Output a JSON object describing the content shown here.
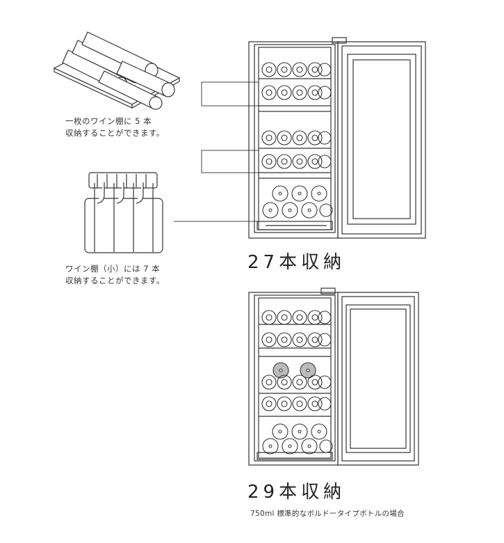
{
  "captions": {
    "shelf": {
      "line1": "一枚のワイン棚に 5 本",
      "line2": "収納することができます。"
    },
    "small_shelf": {
      "line1": "ワイン棚（小）には 7 本",
      "line2": "収納することができます。"
    }
  },
  "configs": {
    "first": {
      "count_label": "27本収納"
    },
    "second": {
      "count_label": "29本収納",
      "note": "750ml 標準的なボルドータイプボトルの場合"
    }
  },
  "colors": {
    "line": "#333333",
    "highlight": "#bbbbbb"
  }
}
